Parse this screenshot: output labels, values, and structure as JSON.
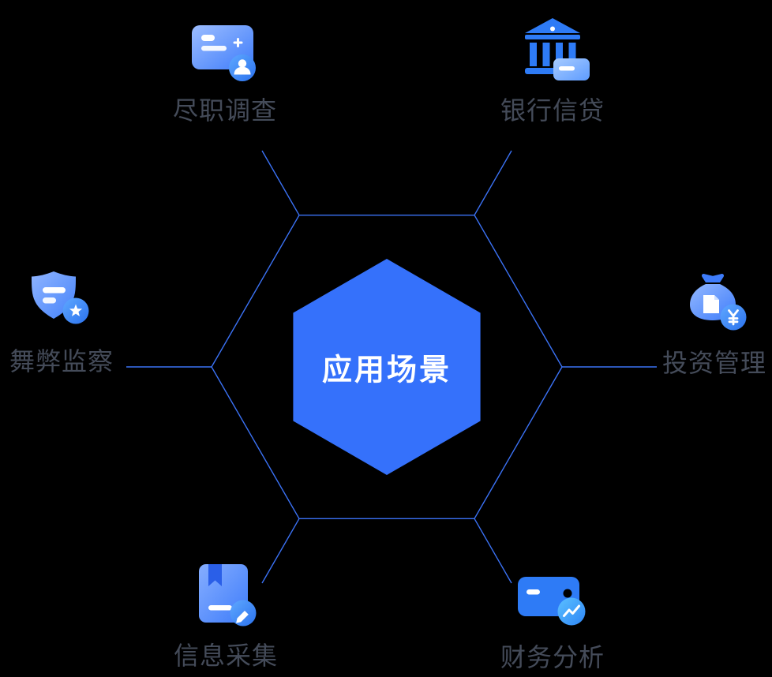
{
  "center": {
    "label": "应用场景"
  },
  "nodes": [
    {
      "label": "尽职调查",
      "icon": "id-card-person-icon",
      "position": "top-left"
    },
    {
      "label": "银行信贷",
      "icon": "bank-building-card-icon",
      "position": "top-right"
    },
    {
      "label": "舞弊监察",
      "icon": "shield-star-icon",
      "position": "left"
    },
    {
      "label": "投资管理",
      "icon": "money-bag-yen-icon",
      "position": "right"
    },
    {
      "label": "信息采集",
      "icon": "book-pencil-icon",
      "position": "bottom-left"
    },
    {
      "label": "财务分析",
      "icon": "card-chart-icon",
      "position": "bottom-right"
    }
  ],
  "colors": {
    "background": "#000000",
    "center_hexagon": "#3571FB",
    "line_blue": "#3B72F5",
    "icon_gradient_light": "#93B8FF",
    "icon_gradient_dark": "#3E7CFA",
    "badge_blue": "#2E7BF6",
    "label_text": "#444B59",
    "center_text": "#FFFFFF"
  }
}
